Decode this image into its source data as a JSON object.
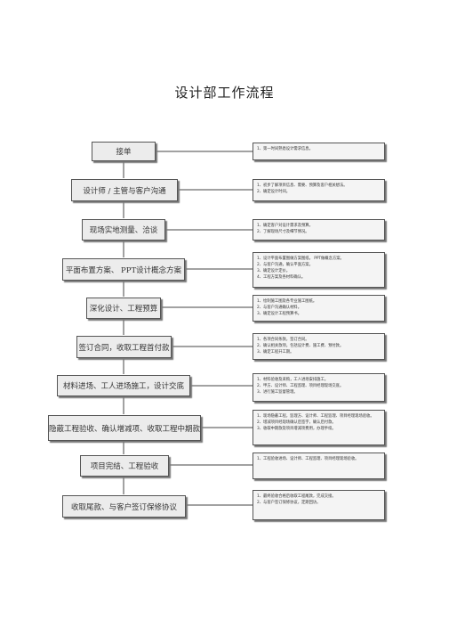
{
  "title": "设计部工作流程",
  "steps": [
    {
      "label": "接单",
      "notes": [
        "1、第一时间熟悉设计需求信息。"
      ]
    },
    {
      "label": "设计师 / 主管与客户沟通",
      "notes": [
        "1、初步了解项目信息、需要、预算及客户相关想法。",
        "2、确定设计时间。"
      ]
    },
    {
      "label": "现场实地测量、洽谈",
      "notes": [
        "1、确定客户对设计需求及预算。",
        "2、了解现场尺寸及细节情况。"
      ]
    },
    {
      "label": "平面布置方案、 PPT设计概念方案",
      "notes": [
        "1、设计平面布置图做方案图纸。 PPT做概念方案。",
        "2、与客户沟通，确认平面方案。",
        "3、确定设计定价。",
        "4、工程方案及各材料确认。"
      ]
    },
    {
      "label": "深化设计、工程预算",
      "notes": [
        "1、绘制施工图及各专业施工图纸。",
        "2、与客户沟通确认材料。",
        "3、确定设计工程预算书。"
      ]
    },
    {
      "label": "签订合同，收取工程首付款",
      "notes": [
        "1、各项合同条款，签订合同。",
        "2、确认相关款项，包括设计费、施工费、预付款。",
        "3、确定工程开工期。"
      ]
    },
    {
      "label": "材料进场、工人进场施工，设计交底",
      "notes": [
        "1、材料验收及采购，工人进场安排施工。",
        "2、甲方、设计师、工程监理、项目经理现场交底。",
        "3、进行施工监督管理。"
      ]
    },
    {
      "label": "隐蔽工程验收、确认增减项、收取工程中期款",
      "notes": [
        "1、现场隐蔽工程，监理方、设计师、工程监理、项目经理现场验收。",
        "2、增减项目经现场确认后签字，确认后付款。",
        "3、收取中期款及项目增减项费用，办理手续。"
      ]
    },
    {
      "label": "项目完结、工程验收",
      "notes": [
        "1、工程验收进场、设计师、工程监理、项目经理现场验收。"
      ]
    },
    {
      "label": "收取尾款、与客户签订保修协议",
      "notes": [
        "1、最终验收合格后收取工程尾款，完成交接。",
        "2、与客户签订保修协议，定期回访。"
      ]
    }
  ]
}
